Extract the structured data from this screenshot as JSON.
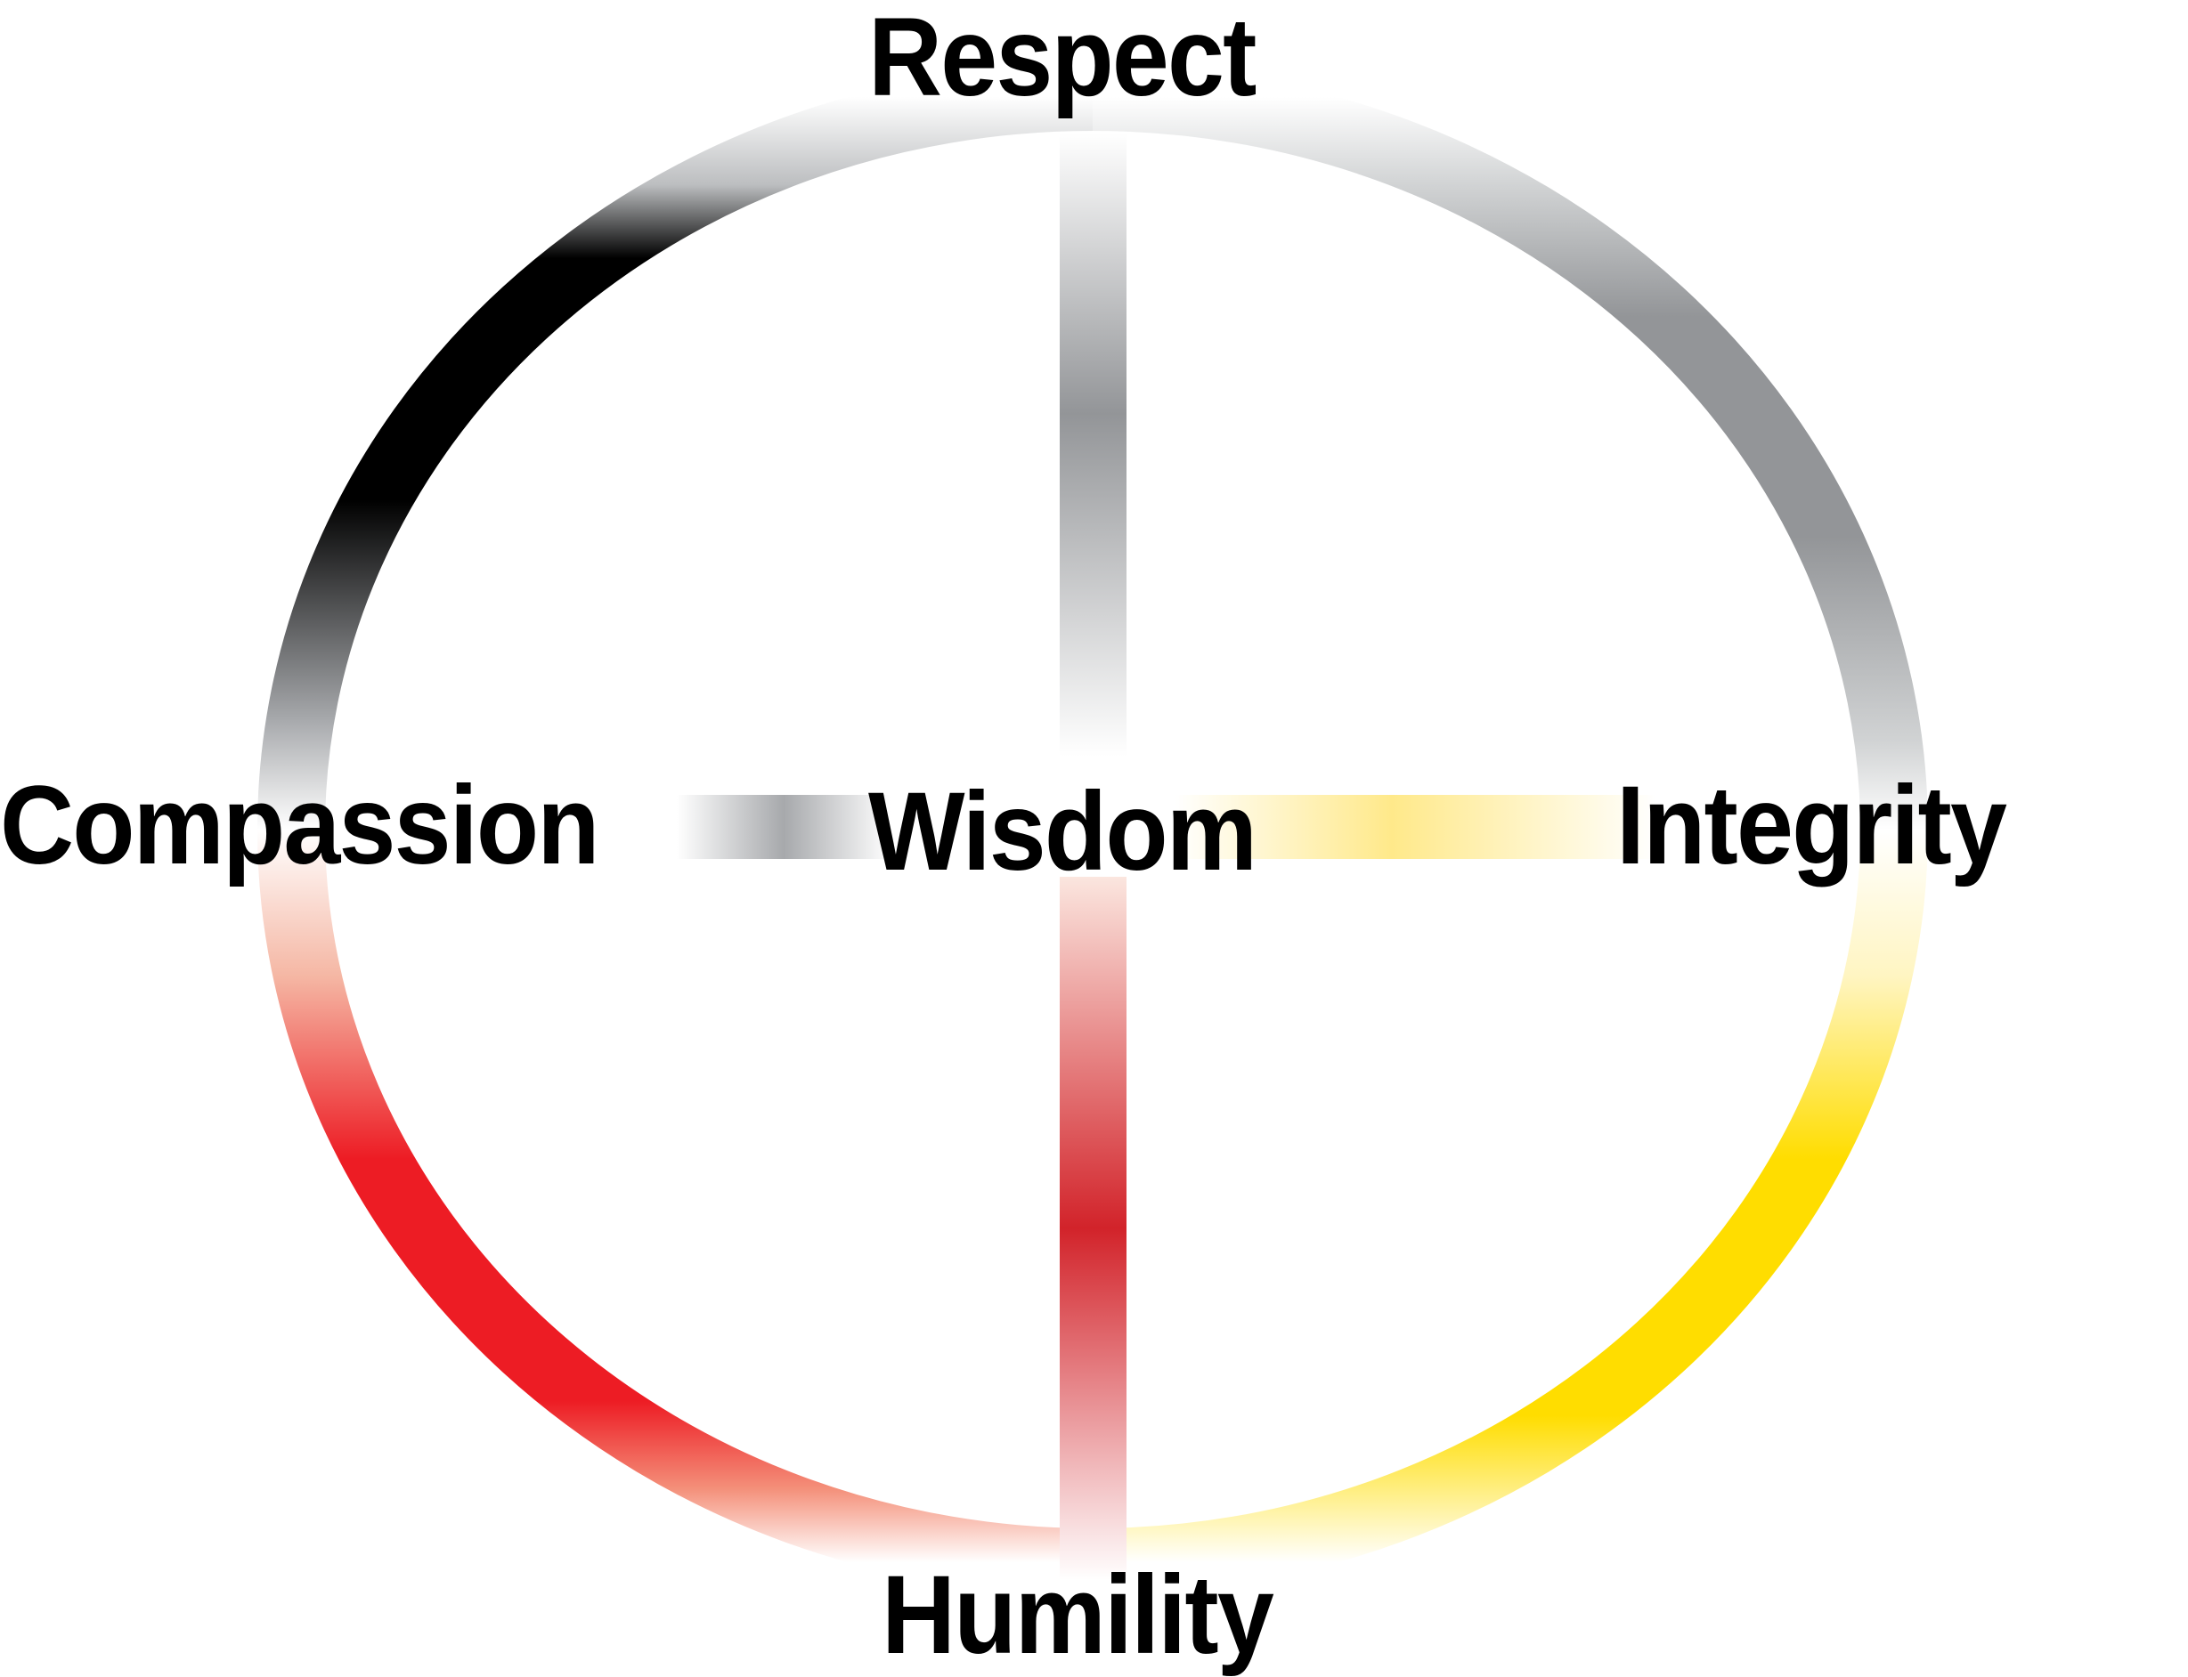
{
  "diagram": {
    "type": "medicine-wheel",
    "labels": {
      "top": "Respect",
      "left": "Compassion",
      "center": "Wisdom",
      "right": "Integrity",
      "bottom": "Humility"
    },
    "quadrant_colors": {
      "north_west": "#000000",
      "north_east": "#939598",
      "south_east": "#FFDD00",
      "south_west": "#ED1C24"
    },
    "axis_colors": {
      "north": "#939598",
      "west": "#A7A9AC",
      "east": "#FFE98A",
      "south": "#D2232A"
    }
  }
}
